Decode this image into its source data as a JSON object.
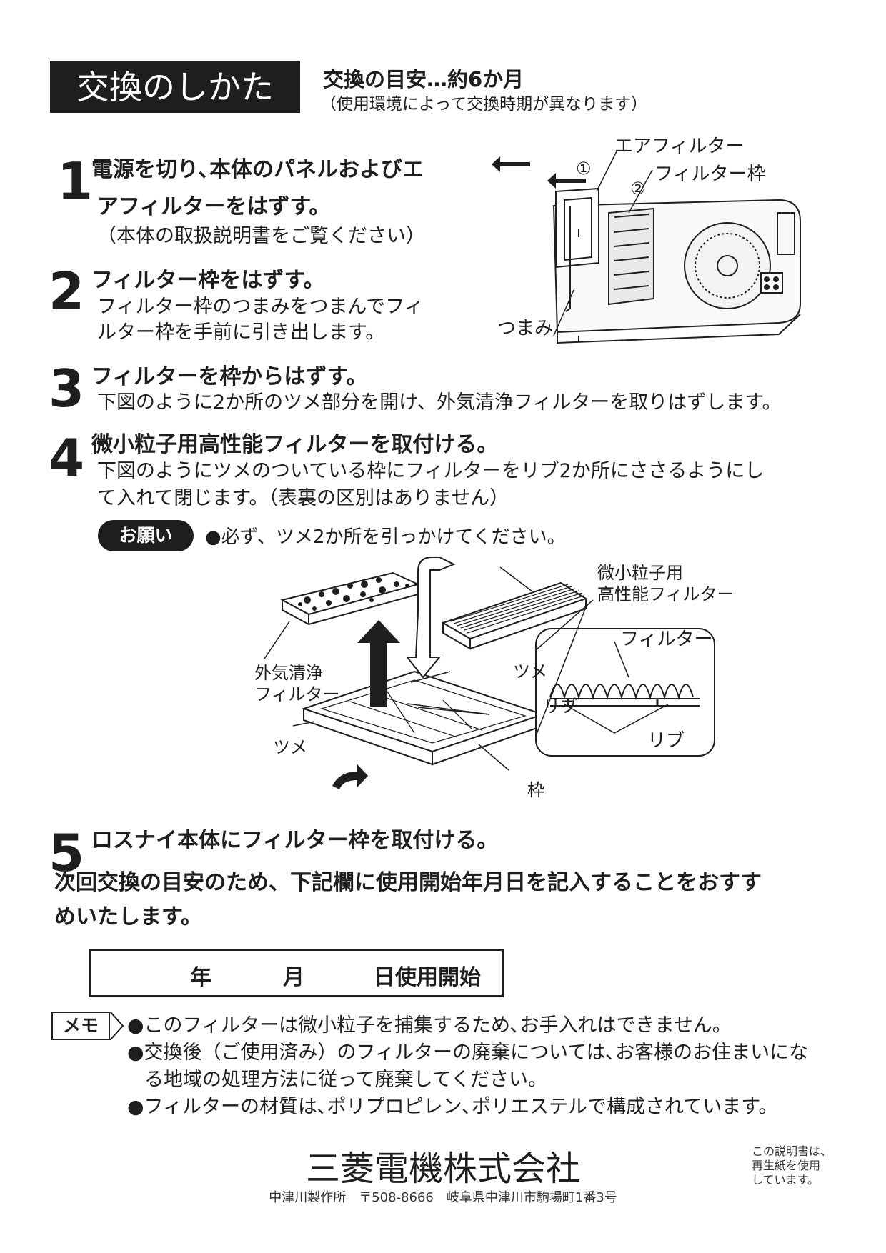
{
  "header": {
    "title": "交換のしかた",
    "guideline": "交換の目安…約6か月",
    "guideline_note": "（使用環境によって交換時期が異なります）"
  },
  "steps": [
    {
      "number": "1",
      "heading_line1": "電源を切り､本体のパネルおよびエ",
      "heading_line2": "アフィルターをはずす。",
      "body": [
        "（本体の取扱説明書をご覧ください）"
      ]
    },
    {
      "number": "2",
      "heading": "フィルター枠をはずす。",
      "body": [
        "フィルター枠のつまみをつまんでフィ",
        "ルター枠を手前に引き出します。"
      ]
    },
    {
      "number": "3",
      "heading": "フィルターを枠からはずす。",
      "body": [
        "下図のように2か所のツメ部分を開け、外気清浄フィルターを取りはずします。"
      ]
    },
    {
      "number": "4",
      "heading": "微小粒子用高性能フィルターを取付ける。",
      "body": [
        "下図のようにツメのついている枠にフィルターをリブ2か所にささるようにし",
        "て入れて閉じます。（表裏の区別はありません）"
      ]
    },
    {
      "number": "5",
      "heading": "ロスナイ本体にフィルター枠を取付ける。"
    }
  ],
  "notice": {
    "tag": "お願い",
    "text": "●必ず、ツメ2か所を引っかけてください。"
  },
  "figure1": {
    "air_filter": "エアフィルター",
    "filter_frame": "フィルター枠",
    "knob": "つまみ",
    "marker1": "①",
    "marker2": "②"
  },
  "figure2": {
    "hepa_line1": "微小粒子用",
    "hepa_line2": "高性能フィルター",
    "outer_line1": "外気清浄",
    "outer_line2": "フィルター",
    "claw_upper": "ツメ",
    "rib": "リブ",
    "claw_lower": "ツメ",
    "frame": "枠",
    "detail_filter": "フィルター",
    "detail_rib": "リブ"
  },
  "recommend": {
    "line1": "次回交換の目安のため、下記欄に使用開始年月日を記入することをおすす",
    "line2": "めいたします。"
  },
  "date_field": {
    "year": "年",
    "month": "月",
    "day": "日使用開始"
  },
  "memo": {
    "tag": "メモ",
    "items": [
      "●このフィルターは微小粒子を捕集するため､お手入れはできません。",
      "●交換後（ご使用済み）のフィルターの廃棄については､お客様のお住まいにな",
      "る地域の処理方法に従って廃棄してください。",
      "●フィルターの材質は､ポリプロピレン､ポリエステルで構成されています。"
    ]
  },
  "footer": {
    "company": "三菱電機株式会社",
    "address": "中津川製作所　〒508-8666　岐阜県中津川市駒場町1番3号",
    "recycle_line1": "この説明書は、",
    "recycle_line2": "再生紙を使用",
    "recycle_line3": "しています。"
  }
}
